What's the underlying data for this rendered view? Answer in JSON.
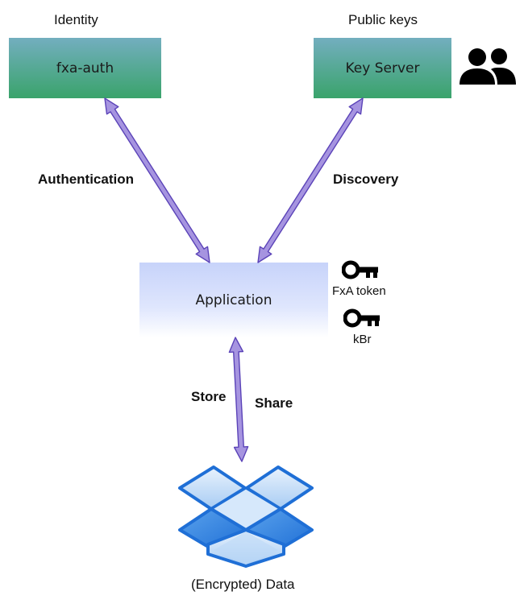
{
  "top_labels": {
    "identity": "Identity",
    "public_keys": "Public keys"
  },
  "boxes": {
    "auth": "fxa-auth",
    "key_server": "Key Server",
    "application": "Application"
  },
  "edge_labels": {
    "authentication": "Authentication",
    "discovery": "Discovery",
    "store": "Store",
    "share": "Share"
  },
  "keys": {
    "fxa_token": "FxA token",
    "kbr": "kBr"
  },
  "data_label": "(Encrypted) Data",
  "colors": {
    "arrow_fill": "#a694e0",
    "arrow_stroke": "#5b43b8",
    "server_top": "#73aebf",
    "server_bottom": "#3aa36b",
    "app_top": "#c7d3fa",
    "dropbox_blue": "#1f6fd6"
  },
  "icons": [
    "users-icon",
    "key-icon",
    "key-icon",
    "dropbox-icon"
  ]
}
